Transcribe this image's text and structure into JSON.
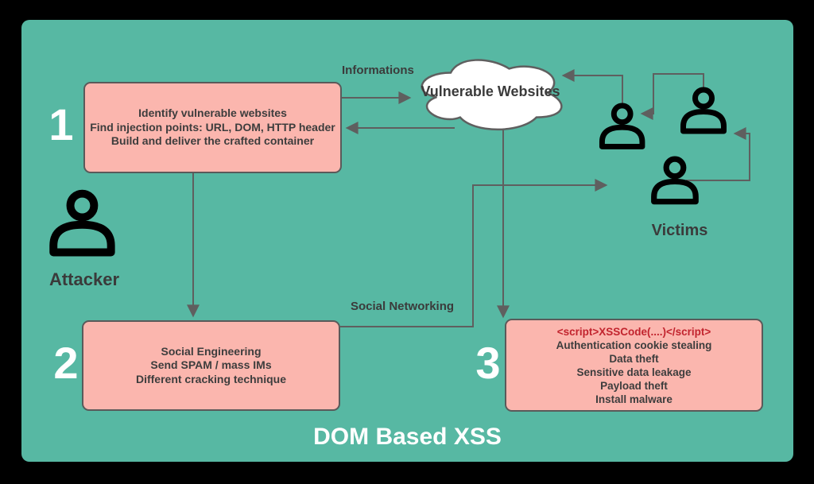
{
  "title": "DOM Based XSS",
  "cloud": {
    "label": "Vulnerable Websites"
  },
  "actors": {
    "attacker": "Attacker",
    "victims": "Victims"
  },
  "edge_labels": {
    "informations": "Informations",
    "social_networking": "Social Networking"
  },
  "steps": [
    {
      "number": "1",
      "lines": [
        "Identify vulnerable websites",
        "Find injection points: URL, DOM, HTTP header",
        "Build and deliver the crafted container"
      ]
    },
    {
      "number": "2",
      "lines": [
        "Social Engineering",
        "Send SPAM / mass IMs",
        "Different cracking technique"
      ]
    },
    {
      "number": "3",
      "code_line": "<script>XSSCode(....)</script>",
      "lines": [
        "Authentication cookie stealing",
        "Data theft",
        "Sensitive data leakage",
        "Payload theft",
        "Install malware"
      ]
    }
  ],
  "colors": {
    "background": "#000000",
    "canvas": "#57b8a3",
    "box_fill": "#fbb6ae",
    "box_border": "#5a5a5a",
    "connector": "#5f5f5f",
    "text_dark": "#3d3d3d",
    "code_red": "#c2242e",
    "step_number": "#ffffff",
    "cloud_fill": "#ffffff",
    "title_text": "#ffffff"
  }
}
